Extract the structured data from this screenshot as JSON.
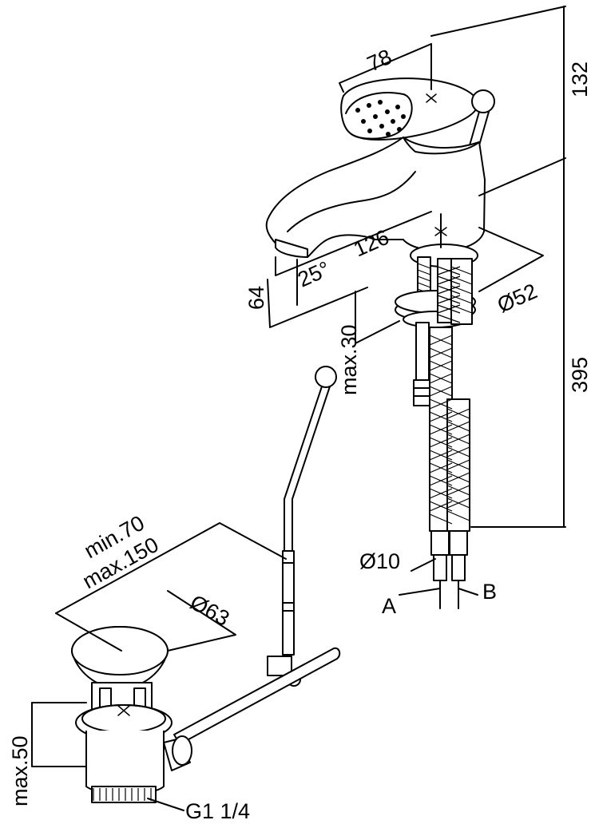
{
  "dimensions": {
    "d78": "78",
    "d132": "132",
    "d126": "126",
    "d25": "25°",
    "d52": "Ø52",
    "d64": "64",
    "dmax30": "max.30",
    "d395": "395",
    "d10": "Ø10",
    "labelA": "A",
    "labelB": "B",
    "dmin70": "min.70",
    "dmax150": "max.150",
    "d63": "Ø63",
    "dmax50": "max.50",
    "dG114": "G1 1/4"
  }
}
